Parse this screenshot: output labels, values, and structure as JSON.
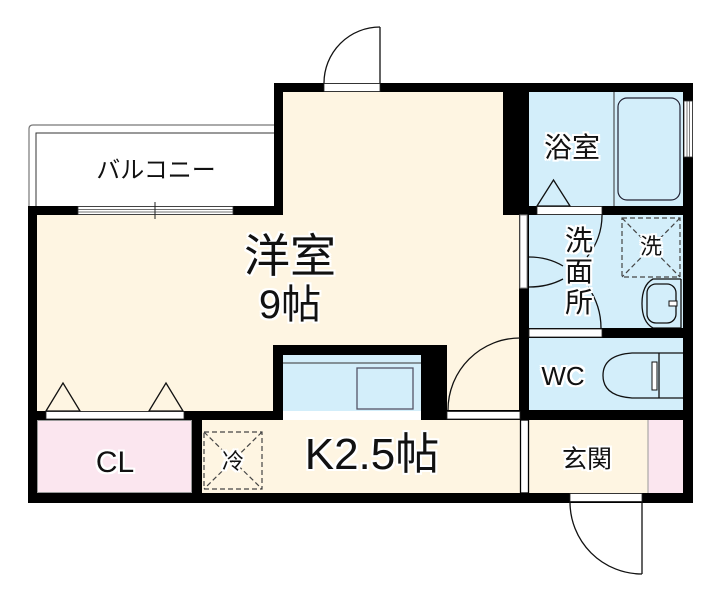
{
  "floorplan": {
    "colors": {
      "floor": "#FEF5E2",
      "wet_area": "#D3EEFA",
      "storage": "#FBE6EF",
      "wall": "#000000"
    },
    "rooms": {
      "western_room": {
        "label": "洋室",
        "size": "9帖"
      },
      "balcony": {
        "label": "バルコニー"
      },
      "bathroom": {
        "label": "浴室"
      },
      "washroom": {
        "label": "洗面所"
      },
      "washing_machine": {
        "label": "洗"
      },
      "toilet": {
        "label": "WC"
      },
      "closet": {
        "label": "CL"
      },
      "refrigerator": {
        "label": "冷"
      },
      "kitchen": {
        "label": "K2.5帖"
      },
      "entrance": {
        "label": "玄関"
      }
    }
  }
}
